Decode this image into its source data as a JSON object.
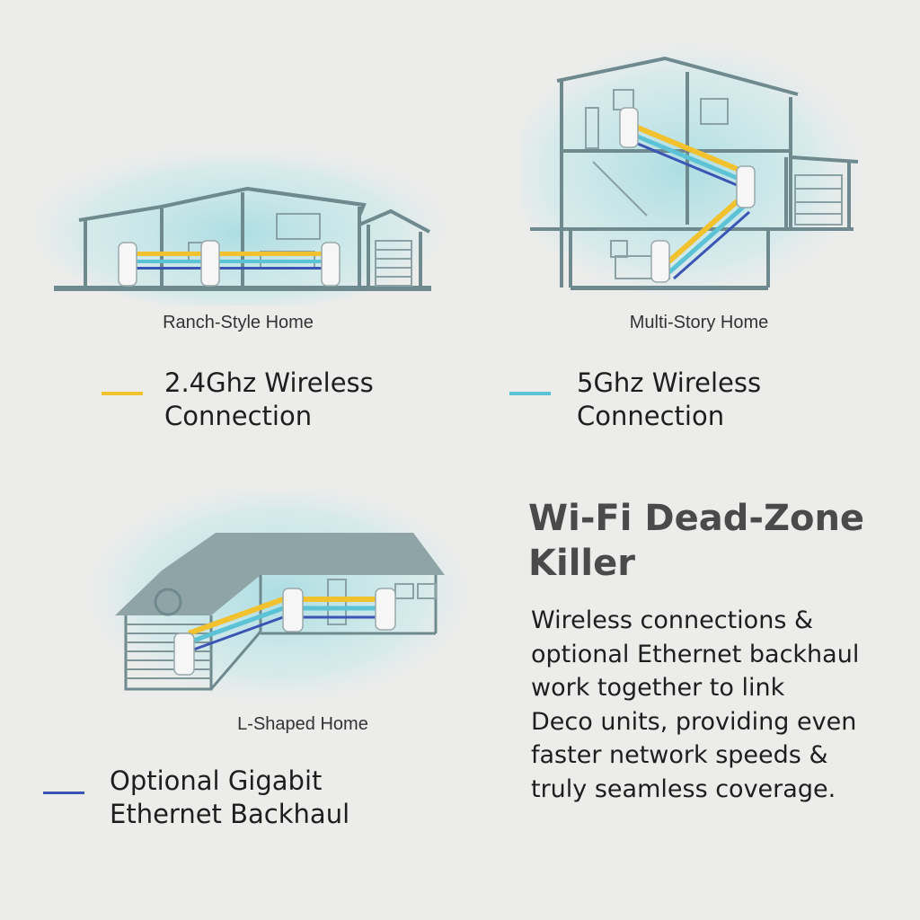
{
  "captions": {
    "ranch": "Ranch-Style Home",
    "multistory": "Multi-Story Home",
    "lshaped": "L-Shaped Home"
  },
  "legend": {
    "ghz24": {
      "label": "2.4Ghz Wireless\nConnection",
      "color": "#f2c12e"
    },
    "ghz5": {
      "label": "5Ghz Wireless\nConnection",
      "color": "#5cc3d6"
    },
    "ethernet": {
      "label": "Optional Gigabit\nEthernet Backhaul",
      "color": "#3a55b4"
    }
  },
  "headline": "Wi-Fi Dead-Zone\nKiller",
  "body": "Wireless connections &\noptional Ethernet backhaul\nwork together to link\nDeco units, providing even\nfaster network speeds &\ntruly seamless coverage.",
  "colors": {
    "background": "#ececeb",
    "house_outline": "#6f8a8e",
    "glow": "#bfe3e6",
    "roof": "#8fa4a7"
  }
}
